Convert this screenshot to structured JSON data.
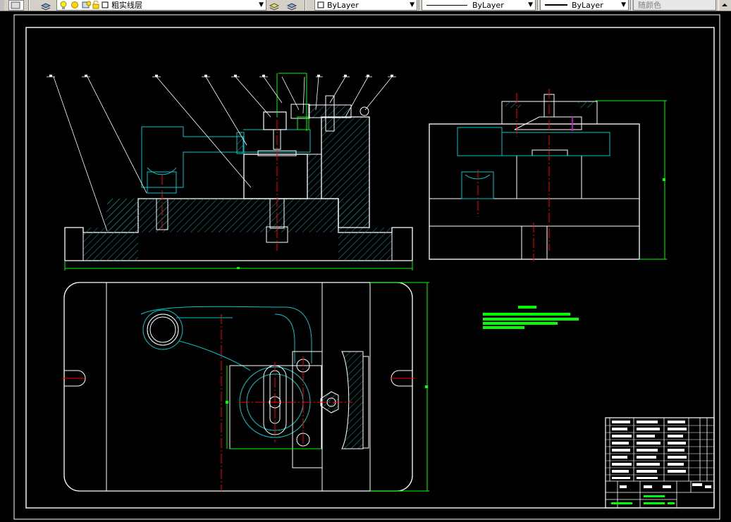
{
  "toolbar": {
    "layer_name": "粗实线层",
    "color_value": "ByLayer",
    "linetype_value": "ByLayer",
    "lineweight_value": "ByLayer",
    "plotstyle_value": "随颜色"
  },
  "colors": {
    "background": "#000000",
    "lines": "#ffffff",
    "hatch": "#00a0a0",
    "centerline": "#ff0000",
    "dimension": "#00ff00",
    "hidden": "#00c8c8",
    "magenta": "#ff00ff"
  },
  "drawing": {
    "views": [
      "front-view",
      "side-view",
      "top-view"
    ],
    "notes_block": "technical-requirements",
    "title_block": "title-block"
  }
}
